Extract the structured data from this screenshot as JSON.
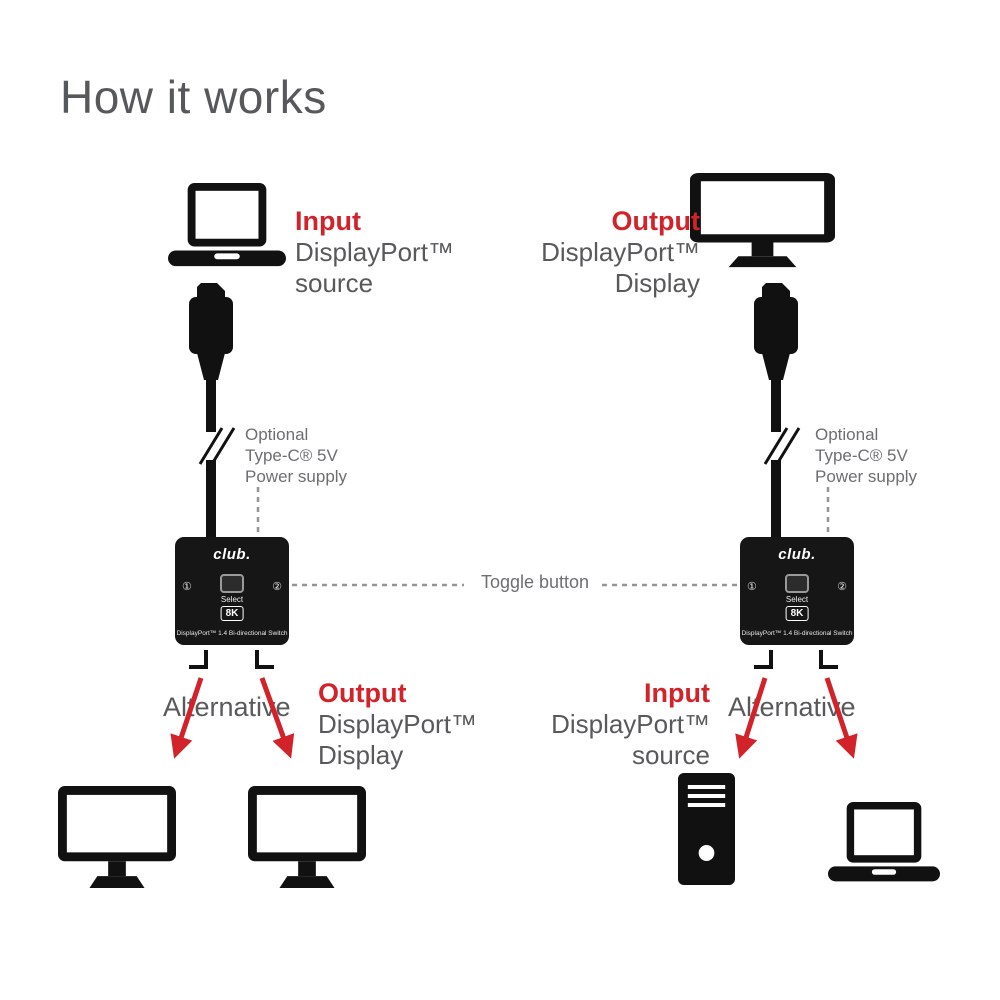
{
  "title": "How it works",
  "colors": {
    "red": "#d2232a",
    "text-gray": "#58595b",
    "note-gray": "#6d6e71",
    "line-gray": "#929497",
    "ink": "#111111"
  },
  "left_diagram": {
    "top_label": {
      "emphasis": "Input",
      "line2": "DisplayPort™",
      "line3": "source"
    },
    "power_note": [
      "Optional",
      "Type-C® 5V",
      "Power supply"
    ],
    "alternative_label": "Alternative",
    "bottom_label": {
      "emphasis": "Output",
      "line2": "DisplayPort™",
      "line3": "Display"
    }
  },
  "right_diagram": {
    "top_label": {
      "emphasis": "Output",
      "line2": "DisplayPort™",
      "line3": "Display"
    },
    "power_note": [
      "Optional",
      "Type-C® 5V",
      "Power supply"
    ],
    "alternative_label": "Alternative",
    "bottom_label": {
      "emphasis": "Input",
      "line2": "DisplayPort™",
      "line3": "source"
    }
  },
  "toggle_button_label": "Toggle button",
  "switch_device": {
    "logo": "club.",
    "port_left": "①",
    "port_right": "②",
    "select_label": "Select",
    "badge": "8K",
    "caption": "DisplayPort™ 1.4 Bi-directional Switch"
  }
}
